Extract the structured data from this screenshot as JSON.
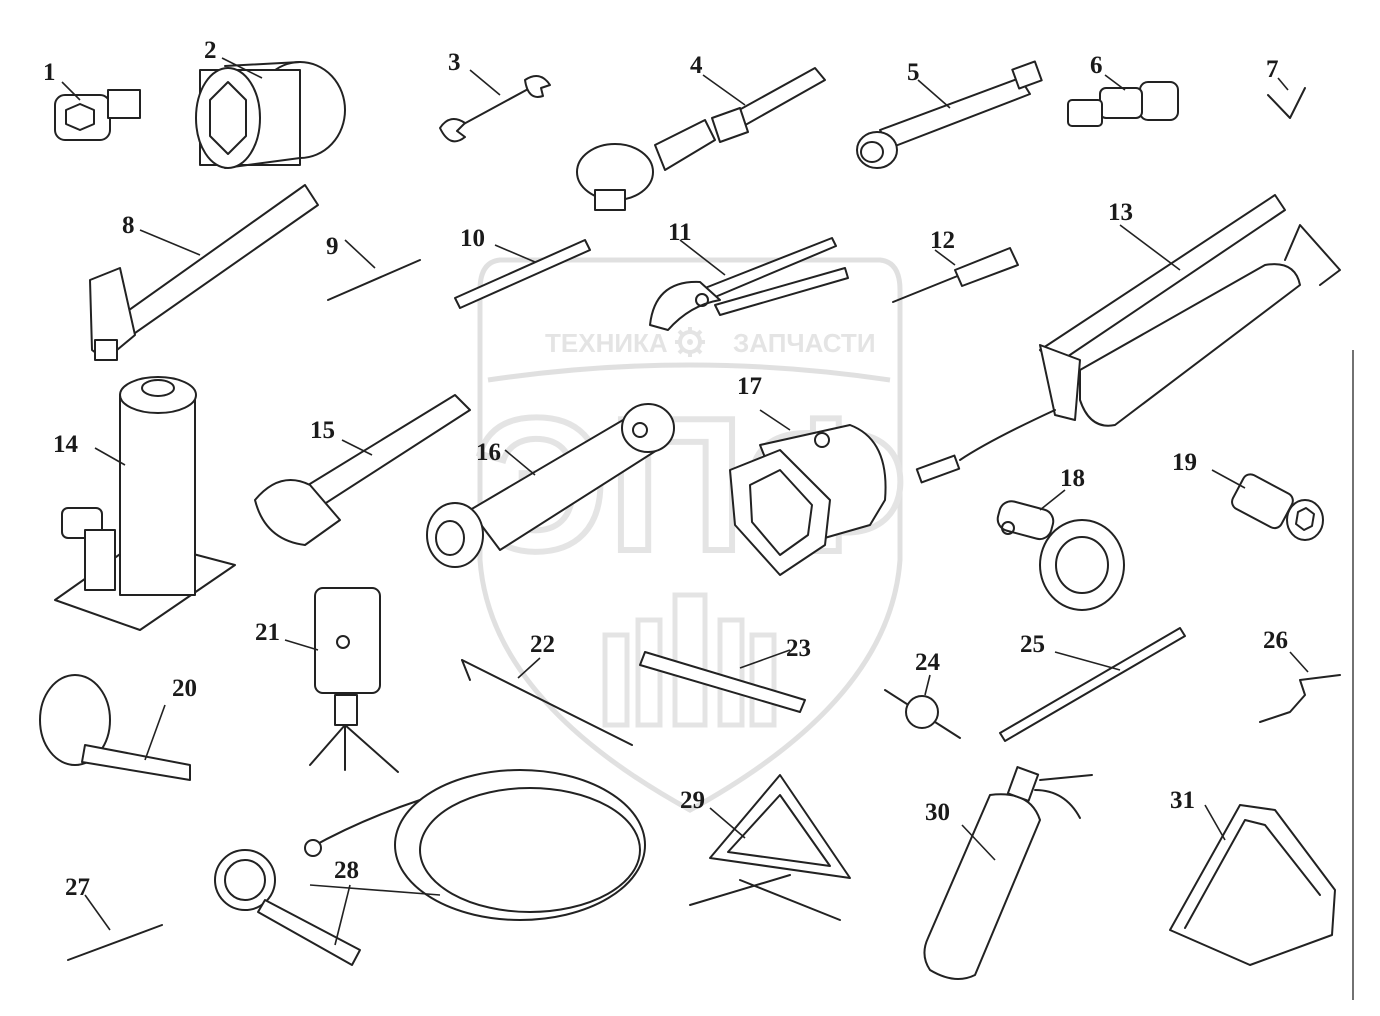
{
  "watermark": {
    "brand_left": "ТЕХНИКА",
    "brand_right": "ЗАПЧАСТИ",
    "emblem_letters": "ЭПФ",
    "gear_icon": "gear-icon",
    "color": "#d3d3d3"
  },
  "callouts": [
    "1",
    "2",
    "3",
    "4",
    "5",
    "6",
    "7",
    "8",
    "9",
    "10",
    "11",
    "12",
    "13",
    "14",
    "15",
    "16",
    "17",
    "18",
    "19",
    "20",
    "21",
    "22",
    "23",
    "24",
    "25",
    "26",
    "27",
    "28",
    "29",
    "30",
    "31"
  ],
  "colors": {
    "ink": "#222222",
    "background": "#ffffff"
  }
}
